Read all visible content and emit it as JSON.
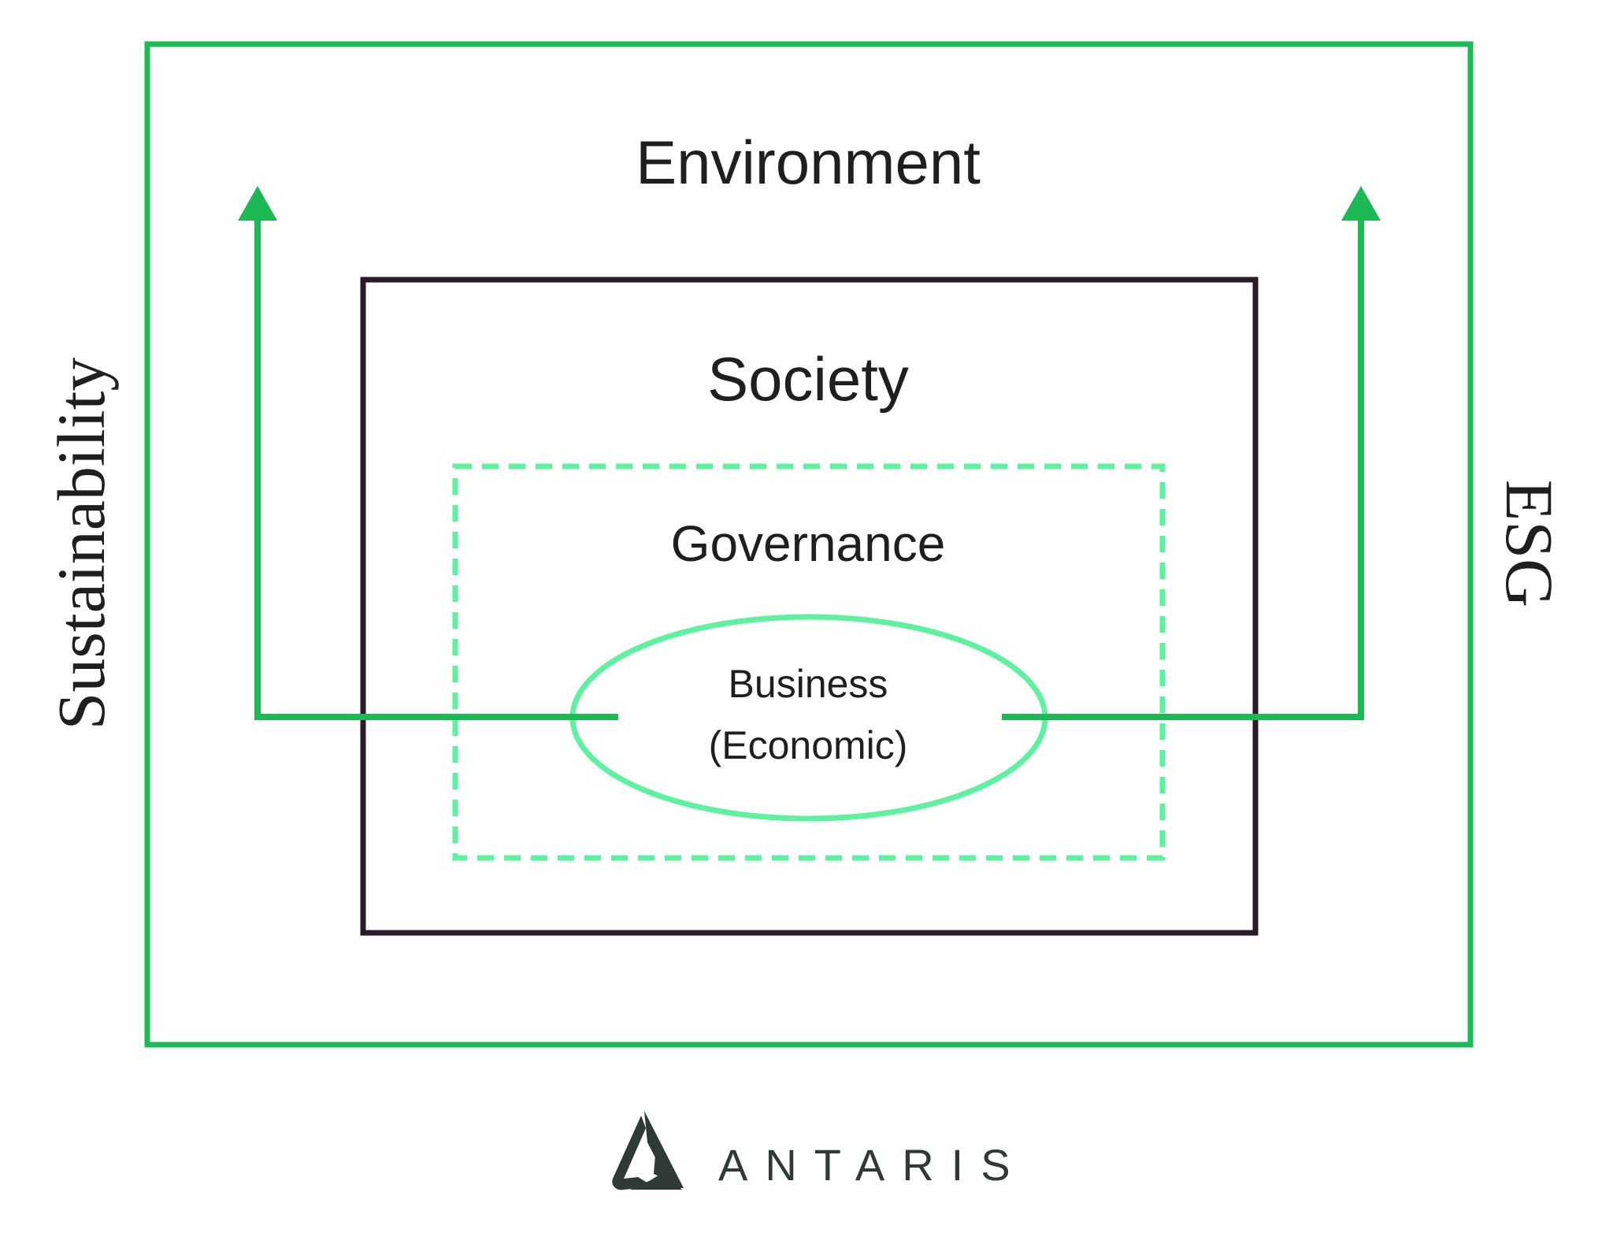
{
  "diagram": {
    "outer_label": "Environment",
    "middle_label": "Society",
    "inner_label": "Governance",
    "core_label_line1": "Business",
    "core_label_line2": "(Economic)",
    "left_side_label": "Sustainability",
    "right_side_label": "ESG"
  },
  "brand": {
    "name": "ANTARIS",
    "logo_icon": "antaris-triangle-logo-icon"
  },
  "colors": {
    "outer_frame": "#1db954",
    "arrows": "#1db954",
    "middle_frame": "#2a1a2a",
    "inner_dashed_frame": "#5ef2a0",
    "core_ellipse": "#5ef2a0",
    "brand_text": "#2d3a37"
  }
}
